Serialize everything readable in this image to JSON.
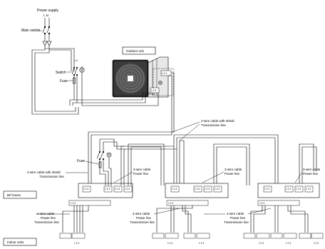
{
  "labels": {
    "power_supply": "Power supply",
    "power_ln": "L  N",
    "main_switch": "Main switch",
    "outdoor_unit": "Outdoor unit",
    "switch": "Switch",
    "fuse_left": "Fuse",
    "fuse_mid": "Fuse",
    "ln_small": "L  N",
    "bp_boxes": "BP boxes",
    "indoor_units": "Indoor units",
    "shield_top_1": "2-wire cable with shield",
    "shield_top_2": "Transmission line",
    "shield_left_1": "2-wire cable with shield",
    "shield_left_2": "Transmission line",
    "c3_a_1": "3-wire cable",
    "c3_a_2": "Power line",
    "c3_b_1": "3-wire cable",
    "c3_b_2": "Power line",
    "c3_c_1": "3-wire cable",
    "c3_c_2": "Power line",
    "c4_a_1": "4-wire cable",
    "c4_a_2": "Power line",
    "c4_a_3": "Transmission line",
    "c4_b_1": "4-wire cable",
    "c4_b_2": "Power line",
    "c4_b_3": "Transmission line",
    "c4_c_1": "4-wire cable",
    "c4_c_2": "Power line",
    "c4_c_3": "Transmission line",
    "terminal_123": "1 2 3"
  },
  "icons": {
    "outdoor": "fan-unit-icon",
    "ground": "ground-icon",
    "switch": "switch-icon",
    "fuse": "fuse-icon"
  }
}
